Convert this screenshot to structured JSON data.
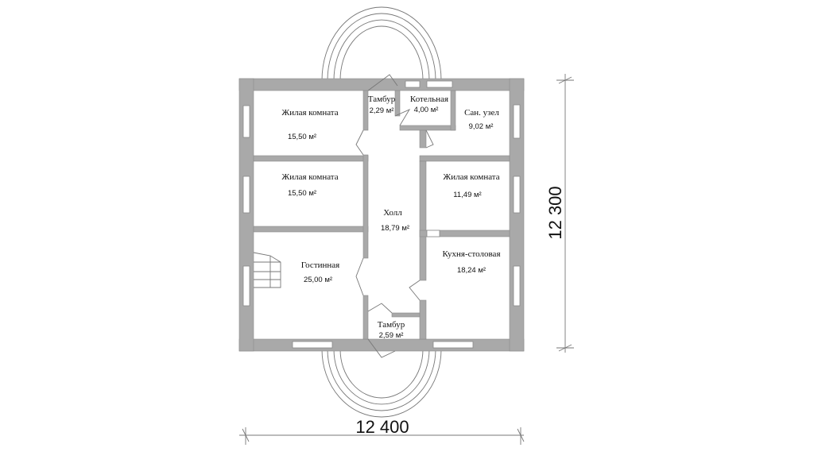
{
  "rooms": [
    {
      "name": "Жилая комната",
      "area": "15,50 м²"
    },
    {
      "name": "Тамбур",
      "area": "2,29 м²"
    },
    {
      "name": "Котельная",
      "area": "4,00 м²"
    },
    {
      "name": "Сан. узел",
      "area": "9,02 м²"
    },
    {
      "name": "Жилая комната",
      "area": "15,50 м²"
    },
    {
      "name": "Жилая комната",
      "area": "11,49 м²"
    },
    {
      "name": "Холл",
      "area": "18,79 м²"
    },
    {
      "name": "Гостинная",
      "area": "25,00 м²"
    },
    {
      "name": "Кухня-столовая",
      "area": "18,24 м²"
    },
    {
      "name": "Тамбур",
      "area": "2,59 м²"
    }
  ],
  "dimensions": {
    "width": "12 400",
    "height": "12 300"
  }
}
